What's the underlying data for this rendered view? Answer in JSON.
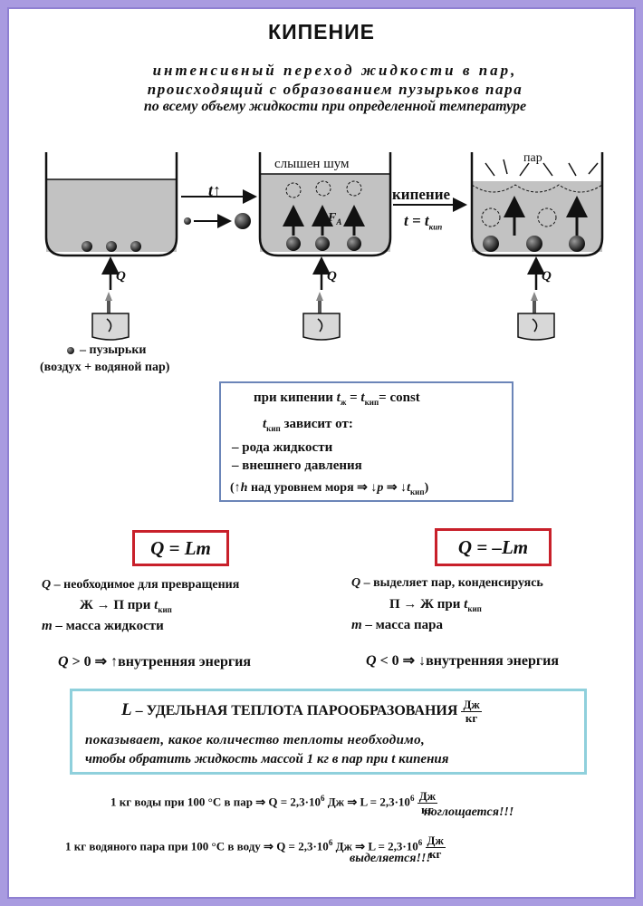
{
  "title": "КИПЕНИЕ",
  "definition": [
    "интенсивный переход жидкости в пар,",
    "происходящий с образованием пузырьков пара",
    "по всему объему жидкости при определенной температуре"
  ],
  "diagram": {
    "arrow1_label": "t↑",
    "vessel2_label": "слышен шум",
    "force_label": "F",
    "force_sub": "A",
    "arrow2_label": "кипение",
    "arrow2_eq": "t = t",
    "arrow2_sub": "кип",
    "vessel3_label": "пар",
    "heat_label": "Q",
    "legend_line1": "– пузырьки",
    "legend_line2": "(воздух + водяной пар)"
  },
  "info_box": {
    "line1_pre": "при кипении ",
    "line1_t": "t",
    "line1_sub1": "ж",
    "line1_mid": " = ",
    "line1_sub2": "кип",
    "line1_post": "= const",
    "line2_sub": "кип",
    "line2_post": " зависит от:",
    "item1": "– рода жидкости",
    "item2": "– внешнего давления",
    "line5_pre": "(↑",
    "line5_h": "h",
    "line5_mid": " над уровнем моря ⇒ ↓",
    "line5_p": "p",
    "line5_arrow": " ⇒ ↓",
    "line5_sub": "кип",
    "line5_close": ")"
  },
  "left_formula": {
    "formula": "Q = Lm",
    "l1_q": "Q",
    "l1_text": " – необходимое для превращения",
    "l2_text": "Ж → П при ",
    "l2_sub": "кип",
    "l3_m": "m",
    "l3_text": " – масса жидкости",
    "cond_pre": "Q",
    "cond_post": " > 0 ⇒ ↑внутренняя энергия"
  },
  "right_formula": {
    "formula": "Q = –Lm",
    "l1_q": "Q",
    "l1_text": " – выделяет пар, конденсируясь",
    "l2_text": "П → Ж при ",
    "l2_sub": "кип",
    "l3_m": "m",
    "l3_text": " – масса пара",
    "cond_pre": "Q",
    "cond_post": " < 0 ⇒ ↓внутренняя энергия"
  },
  "heat_box": {
    "L": "L",
    "title": " – УДЕЛЬНАЯ ТЕПЛОТА ПАРООБРАЗОВАНИЯ",
    "unit_num": "Дж",
    "unit_den": "кг",
    "desc1": "показывает, какое количество теплоты необходимо,",
    "desc2": "чтобы обратить жидкость массой 1 кг в пар при t кипения"
  },
  "examples": {
    "ex1": "1 кг воды при 100 °С в пар ⇒ Q = 2,3·10",
    "ex1_mid": " Дж ⇒ L = 2,3·10",
    "ex1_note": "поглощается!!!",
    "ex2": "1 кг водяного пара при 100 °С в воду ⇒ Q = 2,3·10",
    "ex2_mid": " Дж ⇒ L = 2,3·10",
    "ex2_note": "выделяется!!!",
    "exp": "6",
    "unit_num": "Дж",
    "unit_den": "кг"
  },
  "colors": {
    "frame": "#a99be0",
    "blue_box": "#6b85b8",
    "red_box": "#c8202a",
    "cyan_box": "#8fd0dc",
    "water": "#c2c2c2"
  }
}
